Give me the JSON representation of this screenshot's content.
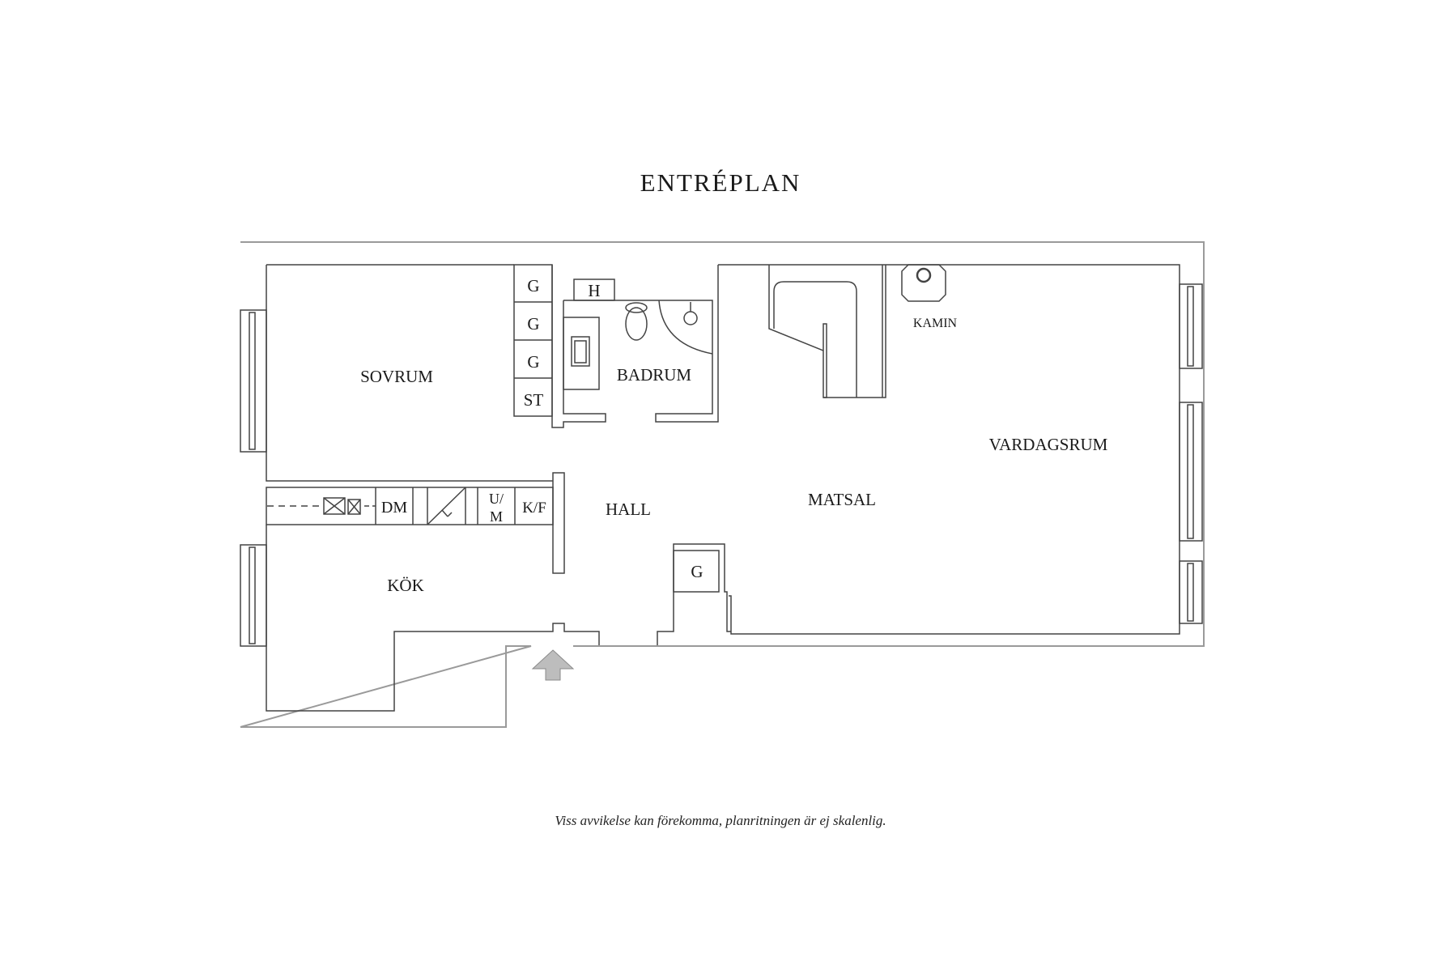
{
  "title": "ENTRÉPLAN",
  "footer": "Viss avvikelse kan förekomma, planritningen är ej skalenlig.",
  "rooms": {
    "sovrum": "SOVRUM",
    "badrum": "BADRUM",
    "hall": "HALL",
    "matsal": "MATSAL",
    "vardagsrum": "VARDAGSRUM",
    "kok": "KÖK",
    "kamin": "KAMIN"
  },
  "closets": {
    "g1": "G",
    "g2": "G",
    "g3": "G",
    "st": "ST",
    "h": "H",
    "g_hall": "G"
  },
  "appliances": {
    "dm": "DM",
    "um_top": "U/",
    "um_bottom": "M",
    "kf": "K/F"
  },
  "colors": {
    "line": "#444444",
    "outer_line": "#9a9a9a",
    "arrow_fill": "#bdbdbd",
    "arrow_stroke": "#8a8a8a"
  }
}
